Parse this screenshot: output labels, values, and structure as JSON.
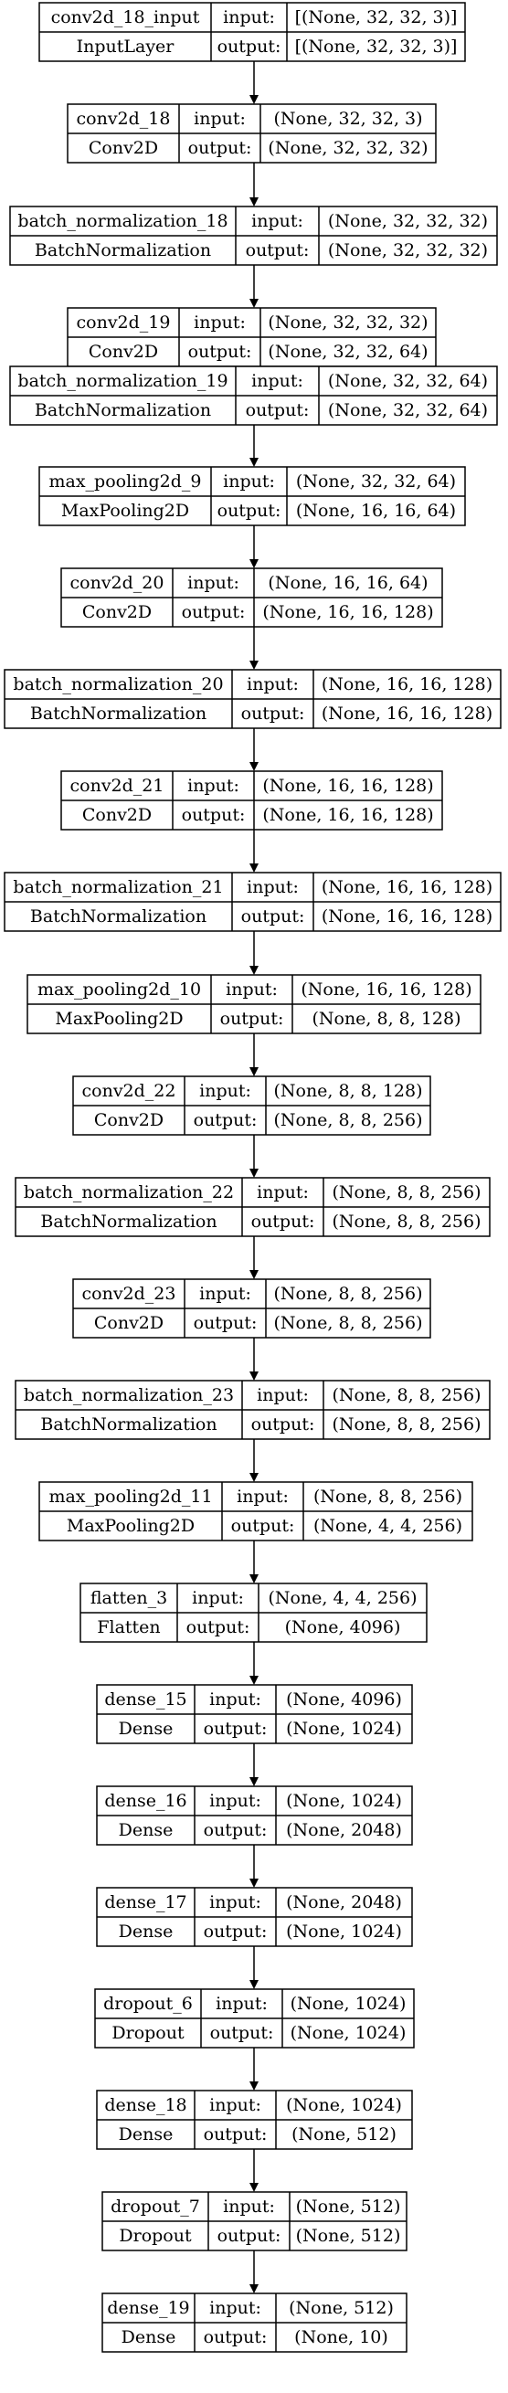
{
  "diagram": {
    "input_label": "input:",
    "output_label": "output:",
    "layers": [
      {
        "name": "conv2d_18_input",
        "type": "InputLayer",
        "input": "[(None, 32, 32, 3)]",
        "output": "[(None, 32, 32, 3)]"
      },
      {
        "name": "conv2d_18",
        "type": "Conv2D",
        "input": "(None, 32, 32, 3)",
        "output": "(None, 32, 32, 32)"
      },
      {
        "name": "batch_normalization_18",
        "type": "BatchNormalization",
        "input": "(None, 32, 32, 32)",
        "output": "(None, 32, 32, 32)"
      },
      {
        "name": "conv2d_19",
        "type": "Conv2D",
        "input": "(None, 32, 32, 32)",
        "output": "(None, 32, 32, 64)"
      },
      {
        "name": "batch_normalization_19",
        "type": "BatchNormalization",
        "input": "(None, 32, 32, 64)",
        "output": "(None, 32, 32, 64)"
      },
      {
        "name": "max_pooling2d_9",
        "type": "MaxPooling2D",
        "input": "(None, 32, 32, 64)",
        "output": "(None, 16, 16, 64)"
      },
      {
        "name": "conv2d_20",
        "type": "Conv2D",
        "input": "(None, 16, 16, 64)",
        "output": "(None, 16, 16, 128)"
      },
      {
        "name": "batch_normalization_20",
        "type": "BatchNormalization",
        "input": "(None, 16, 16, 128)",
        "output": "(None, 16, 16, 128)"
      },
      {
        "name": "conv2d_21",
        "type": "Conv2D",
        "input": "(None, 16, 16, 128)",
        "output": "(None, 16, 16, 128)"
      },
      {
        "name": "batch_normalization_21",
        "type": "BatchNormalization",
        "input": "(None, 16, 16, 128)",
        "output": "(None, 16, 16, 128)"
      },
      {
        "name": "max_pooling2d_10",
        "type": "MaxPooling2D",
        "input": "(None, 16, 16, 128)",
        "output": "(None, 8, 8, 128)"
      },
      {
        "name": "conv2d_22",
        "type": "Conv2D",
        "input": "(None, 8, 8, 128)",
        "output": "(None, 8, 8, 256)"
      },
      {
        "name": "batch_normalization_22",
        "type": "BatchNormalization",
        "input": "(None, 8, 8, 256)",
        "output": "(None, 8, 8, 256)"
      },
      {
        "name": "conv2d_23",
        "type": "Conv2D",
        "input": "(None, 8, 8, 256)",
        "output": "(None, 8, 8, 256)"
      },
      {
        "name": "batch_normalization_23",
        "type": "BatchNormalization",
        "input": "(None, 8, 8, 256)",
        "output": "(None, 8, 8, 256)"
      },
      {
        "name": "max_pooling2d_11",
        "type": "MaxPooling2D",
        "input": "(None, 8, 8, 256)",
        "output": "(None, 4, 4, 256)"
      },
      {
        "name": "flatten_3",
        "type": "Flatten",
        "input": "(None, 4, 4, 256)",
        "output": "(None, 4096)"
      },
      {
        "name": "dense_15",
        "type": "Dense",
        "input": "(None, 4096)",
        "output": "(None, 1024)"
      },
      {
        "name": "dense_16",
        "type": "Dense",
        "input": "(None, 1024)",
        "output": "(None, 2048)"
      },
      {
        "name": "dense_17",
        "type": "Dense",
        "input": "(None, 2048)",
        "output": "(None, 1024)"
      },
      {
        "name": "dropout_6",
        "type": "Dropout",
        "input": "(None, 1024)",
        "output": "(None, 1024)"
      },
      {
        "name": "dense_18",
        "type": "Dense",
        "input": "(None, 1024)",
        "output": "(None, 512)"
      },
      {
        "name": "dropout_7",
        "type": "Dropout",
        "input": "(None, 512)",
        "output": "(None, 512)"
      },
      {
        "name": "dense_19",
        "type": "Dense",
        "input": "(None, 512)",
        "output": "(None, 10)"
      }
    ]
  }
}
